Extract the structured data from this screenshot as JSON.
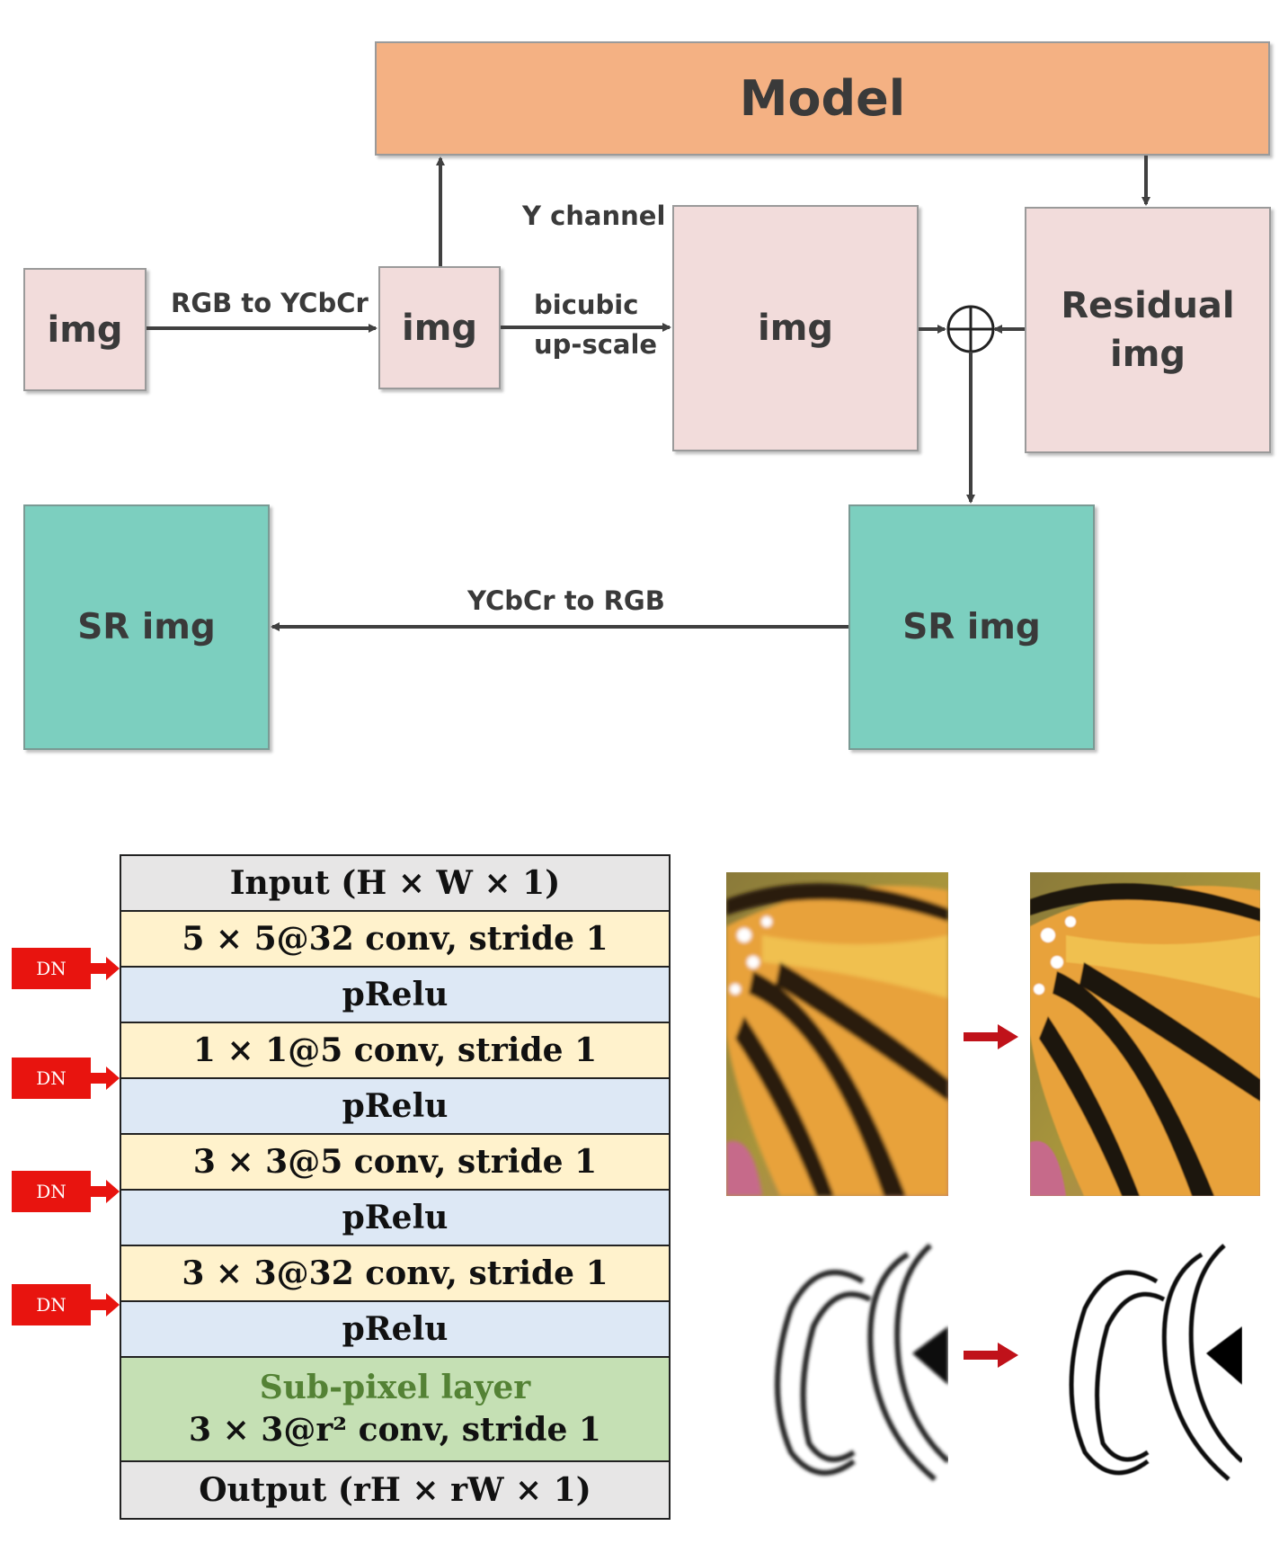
{
  "pipeline": {
    "model_label": "Model",
    "input_img": "img",
    "rgb_to_ycbcr": "RGB to YCbCr",
    "y_img": "img",
    "y_channel": "Y channel",
    "bicubic_line1": "bicubic",
    "bicubic_line2": "up-scale",
    "upscaled_img": "img",
    "residual_line1": "Residual",
    "residual_line2": "img",
    "sr_img_left": "SR img",
    "sr_img_right": "SR img",
    "ycbcr_to_rgb": "YCbCr to RGB"
  },
  "network": {
    "input": "Input (H × W × 1)",
    "layers": [
      {
        "text": "5 × 5@32 conv, stride 1",
        "kind": "conv"
      },
      {
        "text": "pRelu",
        "kind": "act"
      },
      {
        "text": "1 × 1@5  conv, stride 1",
        "kind": "conv"
      },
      {
        "text": "pRelu",
        "kind": "act"
      },
      {
        "text": "3 × 3@5   conv, stride 1",
        "kind": "conv"
      },
      {
        "text": "pRelu",
        "kind": "act"
      },
      {
        "text": "3 × 3@32   conv, stride 1",
        "kind": "conv"
      },
      {
        "text": "pRelu",
        "kind": "act"
      }
    ],
    "subpixel_title": "Sub-pixel layer",
    "subpixel_conv": "3 × 3@r²   conv, stride 1",
    "output": "Output (rH × rW × 1)",
    "dn_label": "DN"
  },
  "colors": {
    "pink": "#f2dcdb",
    "teal": "#7ccfbf",
    "orange": "#f4b183",
    "arrow": "#404040",
    "dn_red": "#e8140f"
  }
}
